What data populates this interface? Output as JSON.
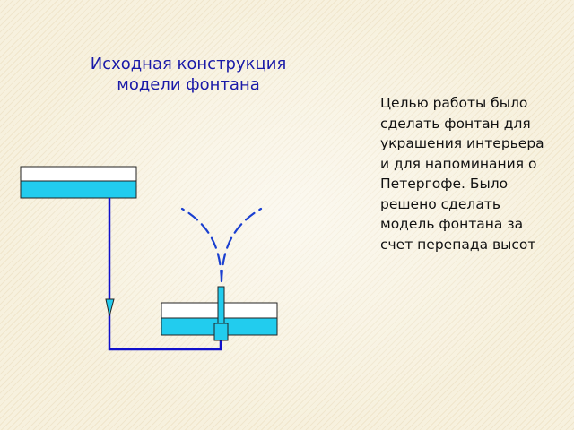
{
  "slide": {
    "title": "Исходная конструкция модели фонтана",
    "description": "Целью работы было сделать фонтан для украшения интерьера и для напоминания о Петергофе. Было решено сделать модель фонтана за счет перепада высот"
  },
  "colors": {
    "water": "#22ccee",
    "pipe": "#1010cc",
    "spray": "#1a3fd0",
    "title_text": "#1a1aa8"
  },
  "icons": {
    "flow_marker": "triangle-down",
    "spray": "dashed-arcs"
  }
}
